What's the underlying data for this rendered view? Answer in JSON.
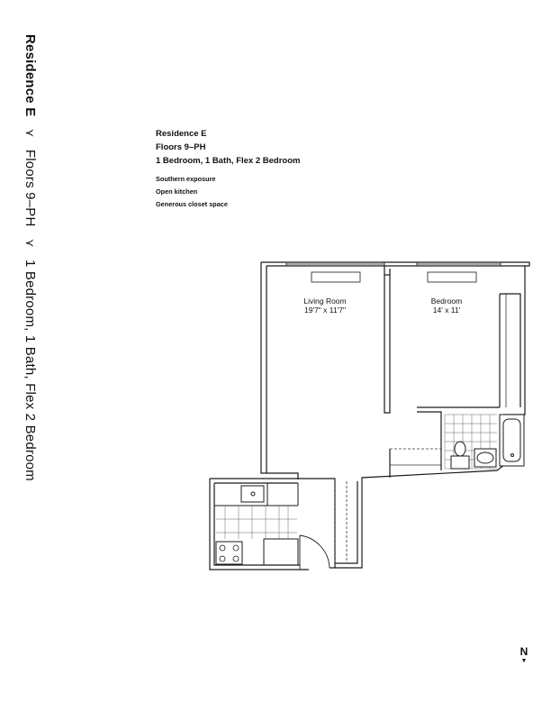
{
  "side_title": {
    "residence": "Residence E",
    "separator_glyph": "⋎",
    "floors": "Floors 9–PH",
    "layout": "1 Bedroom, 1 Bath, Flex 2 Bedroom"
  },
  "info": {
    "name": "Residence E",
    "floors": "Floors 9–PH",
    "layout": "1 Bedroom, 1 Bath, Flex 2 Bedroom",
    "features": [
      "Southern exposure",
      "Open kitchen",
      "Generous closet space"
    ]
  },
  "rooms": {
    "living": {
      "name": "Living Room",
      "dims": "19'7\" x 11'7\""
    },
    "bedroom": {
      "name": "Bedroom",
      "dims": "14' x 11'"
    }
  },
  "compass": {
    "label": "N",
    "arrow": "▼"
  },
  "colors": {
    "wall": "#1a1a1a",
    "fixture": "#333333",
    "background": "#ffffff"
  }
}
